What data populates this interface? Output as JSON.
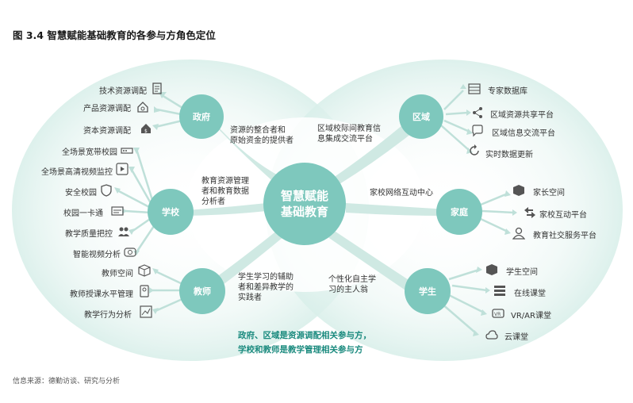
{
  "title": "图 3.4 智慧赋能基础教育的各参与方角色定位",
  "source": "信息来源：德勤访谈、研究与分析",
  "center": {
    "line1": "智慧赋能",
    "line2": "基础教育"
  },
  "nodes": {
    "gov": "政府",
    "region": "区域",
    "school": "学校",
    "family": "家庭",
    "teacher": "教师",
    "student": "学生"
  },
  "desc": {
    "gov": [
      "资源的整合者和",
      "原始资金的提供者"
    ],
    "region": [
      "区域校际间教育信",
      "息集成交流平台"
    ],
    "school": [
      "教育资源管理",
      "者和教育数据",
      "分析者"
    ],
    "family": [
      "家校网络互动中心"
    ],
    "teacher": [
      "学生学习的辅助",
      "者和差异教学的",
      "实践者"
    ],
    "student": [
      "个性化自主学",
      "习的主人翁"
    ]
  },
  "gov_items": [
    "技术资源调配",
    "产品资源调配",
    "资本资源调配"
  ],
  "school_items": [
    "全场景宽带校园",
    "全场景高清视频监控",
    "安全校园",
    "校园一卡通",
    "教学质量把控",
    "智能视频分析"
  ],
  "teacher_items": [
    "教师空间",
    "教师授课水平管理",
    "教学行为分析"
  ],
  "region_items": [
    "专家数据库",
    "区域资源共享平台",
    "区域信息交流平台",
    "实时数据更新"
  ],
  "family_items": [
    "家长空间",
    "家校互动平台",
    "教育社交服务平台"
  ],
  "student_items": [
    "学生空间",
    "在线课堂",
    "VR/AR课堂",
    "云课堂"
  ],
  "note": [
    "政府、区域是资源调配相关参与方，",
    "学校和教师是教学管理相关参与方"
  ],
  "colors": {
    "node": "#7ec8bd",
    "center": "#7ec8bd",
    "halo": "#e9f5f2",
    "note": "#1a8a7e",
    "icon": "#555555"
  }
}
